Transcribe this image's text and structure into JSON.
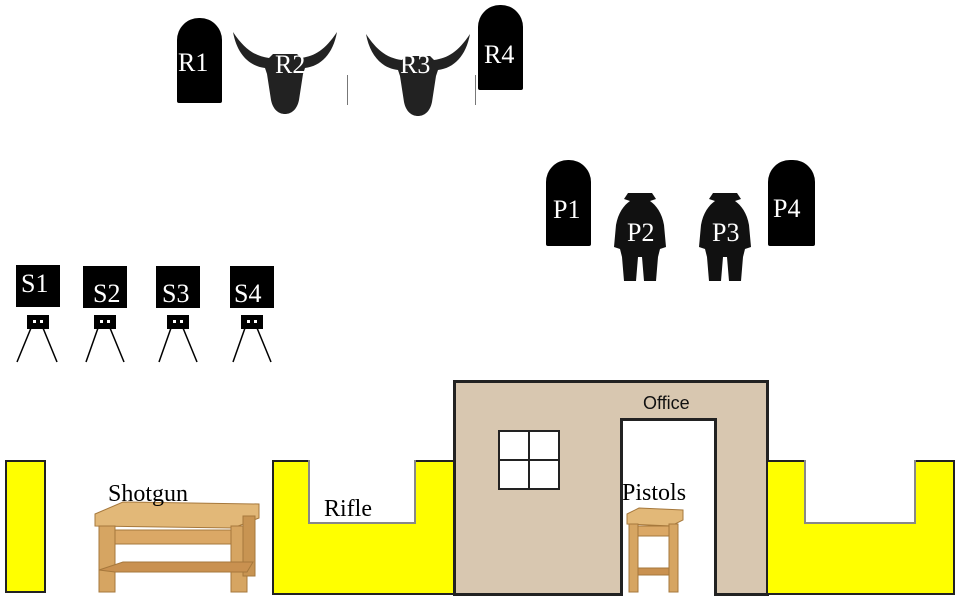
{
  "rifle_targets": {
    "r1": "R1",
    "r2": "R2",
    "r3": "R3",
    "r4": "R4"
  },
  "pistol_targets": {
    "p1": "P1",
    "p2": "P2",
    "p3": "P3",
    "p4": "P4"
  },
  "shotgun_targets": {
    "s1": "S1",
    "s2": "S2",
    "s3": "S3",
    "s4": "S4"
  },
  "stations": {
    "shotgun": "Shotgun",
    "rifle": "Rifle",
    "pistols": "Pistols"
  },
  "building": {
    "office": "Office"
  },
  "colors": {
    "wall": "#ffff00",
    "office_wall": "#d8c7b0",
    "target": "#000000",
    "table": "#d9ae72"
  }
}
